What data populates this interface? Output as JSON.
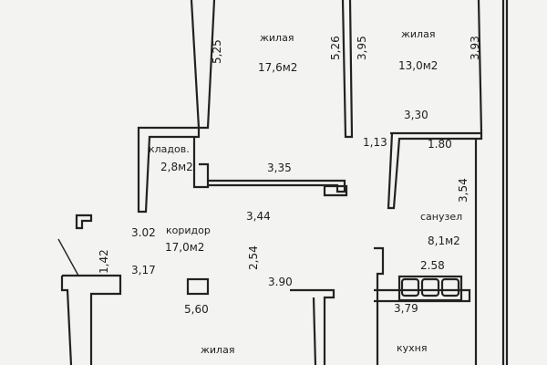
{
  "rooms": {
    "living_top_left": {
      "name": "жилая",
      "area": "17,6м2"
    },
    "living_top_right": {
      "name": "жилая",
      "area": "13,0м2"
    },
    "storage": {
      "name": "кладов.",
      "area": "2,8м2"
    },
    "corridor": {
      "name": "коридор",
      "area": "17,0м2"
    },
    "bathroom": {
      "name": "санузел",
      "area": "8,1м2"
    },
    "living_bottom": {
      "name": "жилая"
    },
    "kitchen": {
      "name": "кухня"
    }
  },
  "dimensions": {
    "d_5_25": "5,25",
    "d_5_26": "5,26",
    "d_3_95": "3,95",
    "d_3_93": "3,93",
    "d_3_30": "3,30",
    "d_1_13": "1,13",
    "d_1_80": "1.80",
    "d_3_35": "3,35",
    "d_3_54": "3,54",
    "d_3_44": "3,44",
    "d_3_02": "3.02",
    "d_1_42": "1,42",
    "d_3_17": "3,17",
    "d_2_54": "2,54",
    "d_2_58": "2.58",
    "d_3_90": "3.90",
    "d_3_79": "3,79",
    "d_5_60": "5,60"
  }
}
